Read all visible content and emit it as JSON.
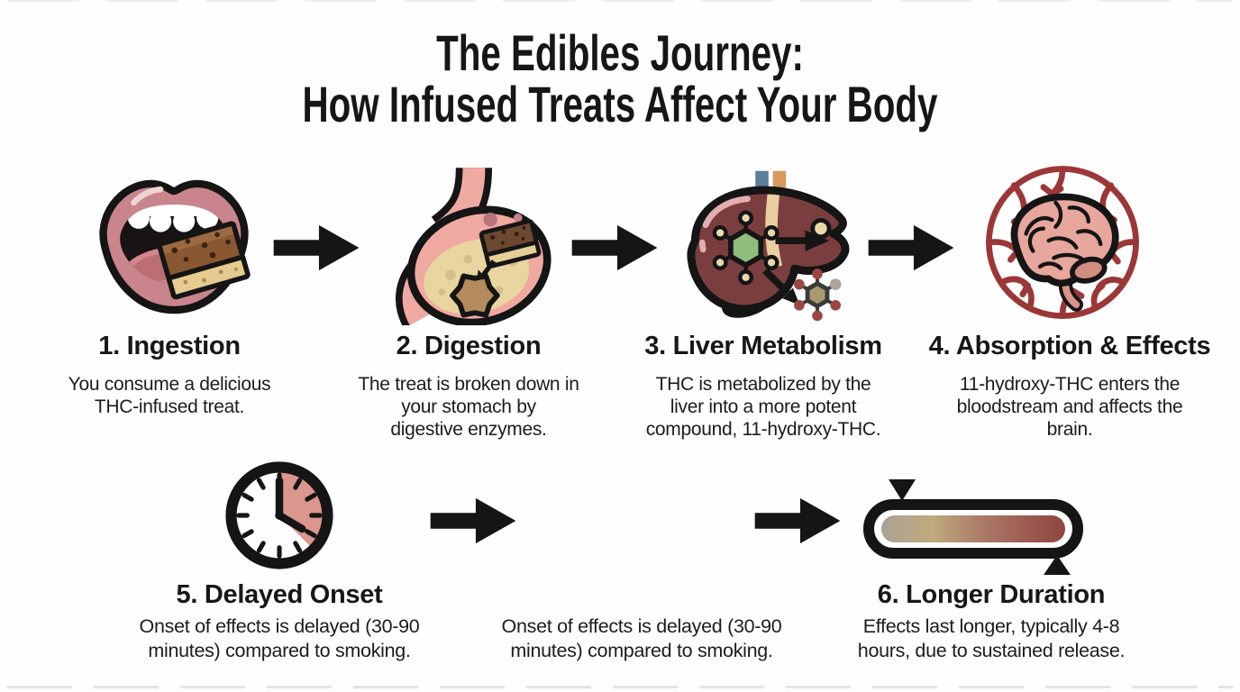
{
  "title": {
    "line1": "The Edibles Journey:",
    "line2": "How Infused Treats Affect Your Body"
  },
  "steps": [
    {
      "heading": "1. Ingestion",
      "icon": "mouth-eating-brownie-icon",
      "lines": [
        "You consume a delicious",
        "THC-infused treat."
      ]
    },
    {
      "heading": "2. Digestion",
      "icon": "stomach-icon",
      "lines": [
        "The treat is broken down in",
        "your stomach by",
        "digestive enzymes."
      ]
    },
    {
      "heading": "3. Liver Metabolism",
      "icon": "liver-metabolism-icon",
      "lines": [
        "THC is metabolized by the",
        "liver into a more potent",
        "compound, 11-hydroxy-THC."
      ]
    },
    {
      "heading": "4. Absorption & Effects",
      "icon": "brain-bloodstream-icon",
      "lines": [
        "11-hydroxy-THC enters the",
        "bloodstream and affects the",
        "brain."
      ]
    },
    {
      "heading": "5. Delayed Onset",
      "icon": "clock-delay-icon",
      "lines": [
        "Onset of effects is delayed (30-90",
        "minutes) compared to smoking."
      ]
    },
    {
      "heading": "6. Longer Duration",
      "icon": "duration-gradient-bar-icon",
      "lines": [
        "Effects last longer, typically 4-8",
        "hours, due to sustained release."
      ]
    }
  ],
  "duplicate_caption": {
    "lines": [
      "Onset of effects is delayed (30-90",
      "minutes) compared to smoking."
    ]
  },
  "colors": {
    "background": "#fefefe",
    "text": "#1a1a1a",
    "outline_black": "#151515",
    "lip_pink": "#c9858b",
    "tongue_pink": "#d4868c",
    "brownie_brown": "#8a5733",
    "brownie_base_tan": "#e5cb90",
    "stomach_pink": "#f0a9a1",
    "stomach_contents_tan": "#e9d5a0",
    "liver_maroon": "#7b3e3f",
    "liver_ligament_cream": "#e9cf9f",
    "gallbladder_green": "#94a96c",
    "vessel_blue": "#5b7f99",
    "vessel_orange": "#d99a60",
    "molecule_green": "#8fbe7a",
    "molecule_red": "#9c4744",
    "brain_pink": "#e7a79c",
    "blood_vessel_red": "#9c3737",
    "clock_wedge_pink": "#db968e",
    "bar_gradient_left": "#a8a294",
    "bar_gradient_right": "#8e4540"
  }
}
